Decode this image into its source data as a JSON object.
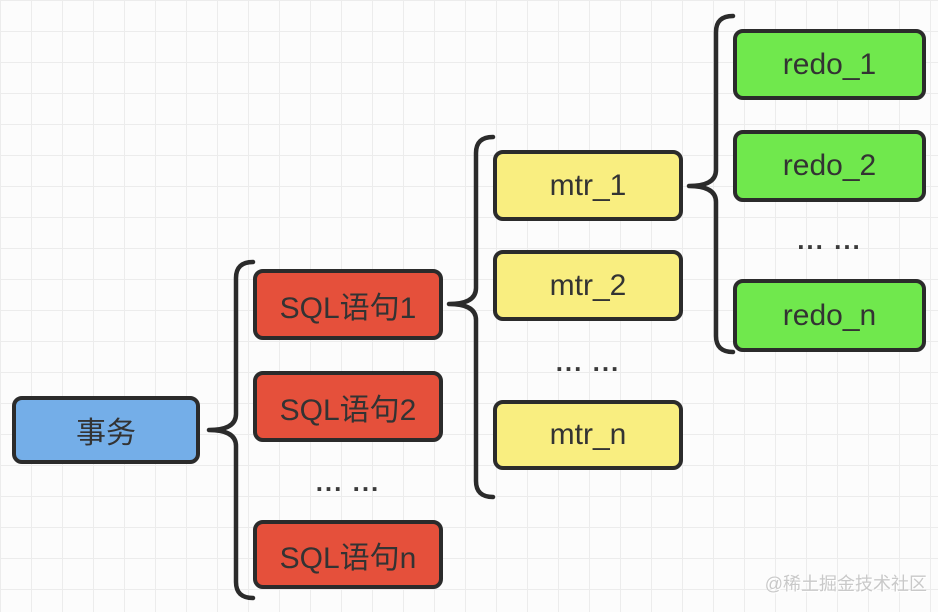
{
  "diagram": {
    "watermark": "@稀土掘金技术社区",
    "colors": {
      "bg": "#FCFCFC",
      "grid": "#ECECEC",
      "border": "#2B2B2B",
      "text": "#333333",
      "root_fill": "#74AEE8",
      "sql_fill": "#E5503B",
      "mtr_fill": "#F9EE80",
      "redo_fill": "#70E84D",
      "watermark_color": "#C9C9C9"
    },
    "nodes": {
      "root": {
        "label": "事务"
      },
      "sql": [
        {
          "label": "SQL语句1"
        },
        {
          "label": "SQL语句2"
        },
        {
          "label": "SQL语句n"
        }
      ],
      "sql_ellipsis": "... ...",
      "mtr": [
        {
          "label": "mtr_1"
        },
        {
          "label": "mtr_2"
        },
        {
          "label": "mtr_n"
        }
      ],
      "mtr_ellipsis": "... ...",
      "redo": [
        {
          "label": "redo_1"
        },
        {
          "label": "redo_2"
        },
        {
          "label": "redo_n"
        }
      ],
      "redo_ellipsis": "... ..."
    }
  }
}
